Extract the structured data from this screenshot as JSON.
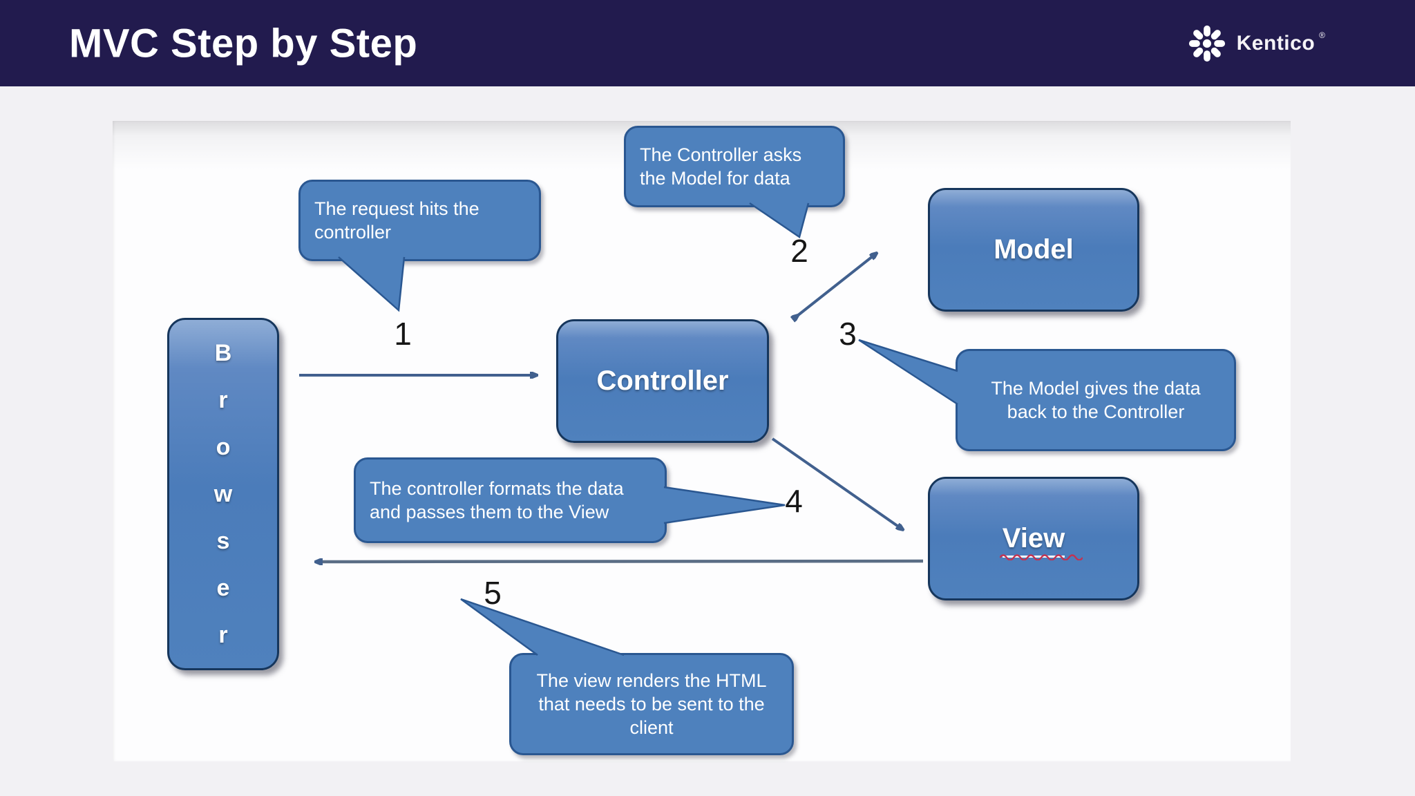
{
  "header": {
    "title": "MVC Step by Step",
    "brand": {
      "name": "Kentico",
      "registered": "®"
    }
  },
  "colors": {
    "header_bg": "#221b4e",
    "node_fill": "#4f81bd",
    "node_border": "#16365c",
    "callout_fill": "#4e81bd",
    "callout_border": "#2a5791",
    "arrow": "#41608e",
    "step_number": "#161616",
    "view_squiggle": "#c23352",
    "canvas_bg": "#fdfdfe",
    "page_bg": "#f2f1f4"
  },
  "diagram": {
    "nodes": {
      "browser": {
        "label": "Browser",
        "letters": [
          "B",
          "r",
          "o",
          "w",
          "s",
          "e",
          "r"
        ]
      },
      "controller": {
        "label": "Controller"
      },
      "model": {
        "label": "Model"
      },
      "view": {
        "label": "View"
      }
    },
    "steps": [
      {
        "number": "1",
        "text": "The request hits the controller"
      },
      {
        "number": "2",
        "text": "The Controller asks the Model for data"
      },
      {
        "number": "3",
        "text": "The Model gives the data back to the Controller"
      },
      {
        "number": "4",
        "text": "The controller formats the data and passes them to the View"
      },
      {
        "number": "5",
        "text": "The view renders the HTML that needs to be sent to the client"
      }
    ]
  }
}
